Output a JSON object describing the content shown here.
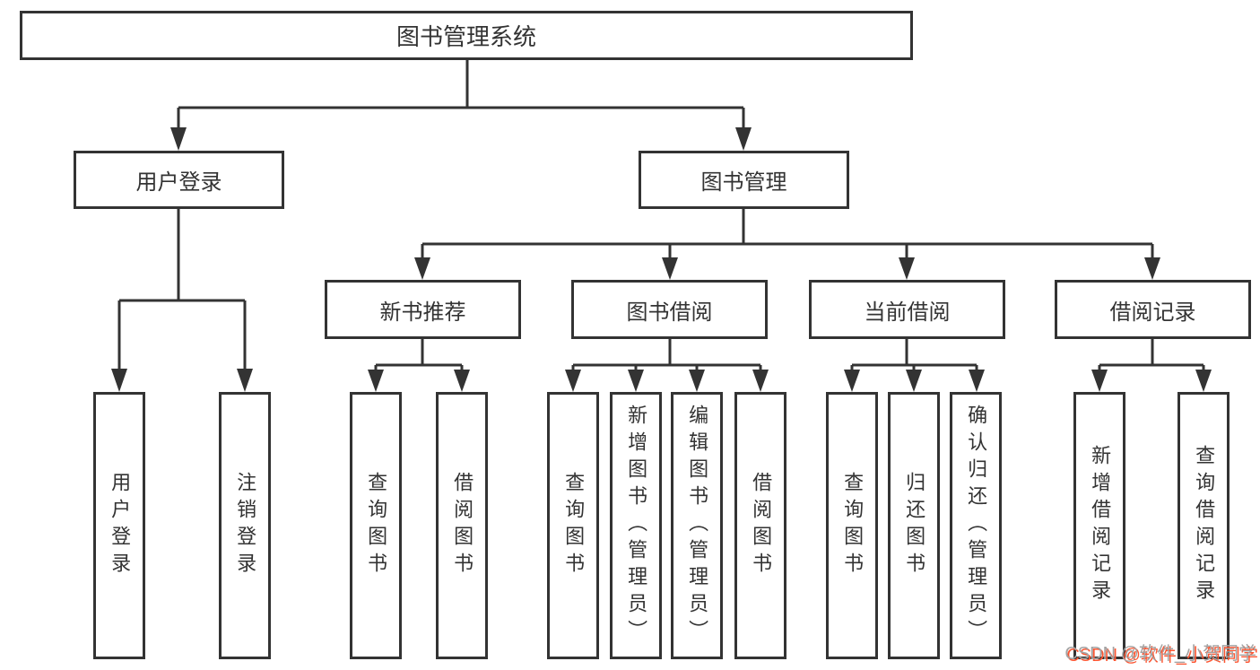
{
  "root": {
    "label": "图书管理系统"
  },
  "branches": [
    {
      "label": "用户登录",
      "children": [
        {
          "label": "用户登录"
        },
        {
          "label": "注销登录"
        }
      ]
    },
    {
      "label": "图书管理",
      "children": [
        {
          "label": "新书推荐",
          "children": [
            {
              "label": "查询图书"
            },
            {
              "label": "借阅图书"
            }
          ]
        },
        {
          "label": "图书借阅",
          "children": [
            {
              "label": "查询图书"
            },
            {
              "label": "新增图书（管理员）"
            },
            {
              "label": "编辑图书（管理员）"
            },
            {
              "label": "借阅图书"
            }
          ]
        },
        {
          "label": "当前借阅",
          "children": [
            {
              "label": "查询图书"
            },
            {
              "label": "归还图书"
            },
            {
              "label": "确认归还（管理员）"
            }
          ]
        },
        {
          "label": "借阅记录",
          "children": [
            {
              "label": "新增借阅记录"
            },
            {
              "label": "查询借阅记录"
            }
          ]
        }
      ]
    }
  ],
  "watermark": {
    "text": "CSDN @软件_小贺同学",
    "gray_color": "#a3a3a3",
    "red_color": "#fc5531"
  },
  "colors": {
    "line": "#333333",
    "box_border": "#333333",
    "text": "#333333",
    "background": "#ffffff"
  }
}
